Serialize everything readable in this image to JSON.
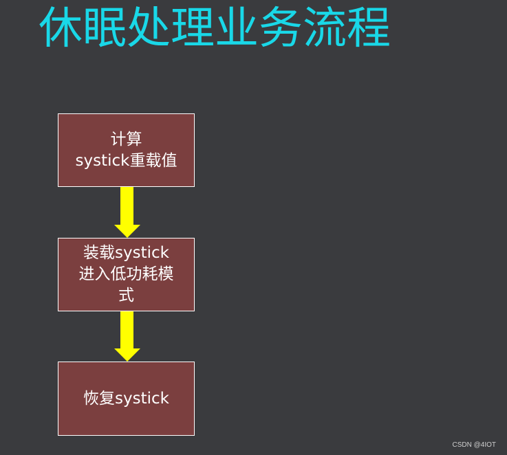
{
  "slide": {
    "title": "休眠处理业务流程",
    "title_color": "#19d8e8",
    "background": "#3a3b3e"
  },
  "flowchart": {
    "box_fill": "#7b3f3f",
    "box_border": "#ffffff",
    "arrow_color": "#ffff00",
    "steps": [
      {
        "text": "计算\nsystick重载值"
      },
      {
        "text": "装载systick\n进入低功耗模\n式"
      },
      {
        "text": "恢复systick"
      }
    ]
  },
  "watermark": "CSDN @4IOT"
}
